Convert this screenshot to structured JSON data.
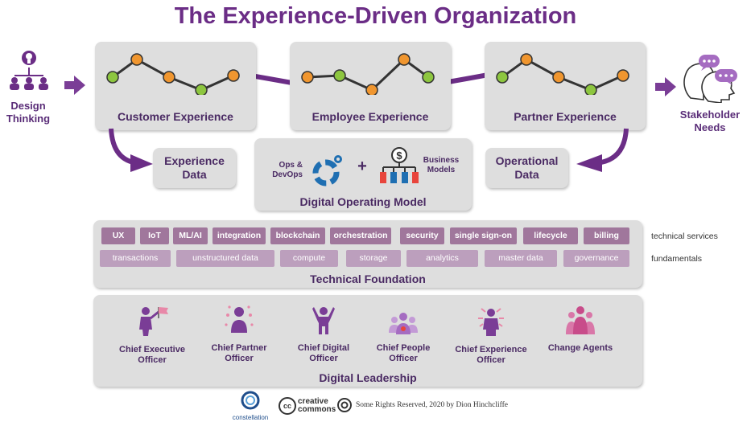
{
  "title": "The Experience-Driven Organization",
  "left": {
    "label_line1": "Design",
    "label_line2": "Thinking"
  },
  "right": {
    "label_line1": "Stakeholder",
    "label_line2": "Needs"
  },
  "experiences": [
    {
      "label": "Customer Experience"
    },
    {
      "label": "Employee Experience"
    },
    {
      "label": "Partner Experience"
    }
  ],
  "data_boxes": {
    "experience": {
      "line1": "Experience",
      "line2": "Data"
    },
    "operational": {
      "line1": "Operational",
      "line2": "Data"
    }
  },
  "operating_model": {
    "title": "Digital Operating Model",
    "ops_line1": "Ops &",
    "ops_line2": "DevOps",
    "plus": "+",
    "biz_line1": "Business",
    "biz_line2": "Models"
  },
  "technical_foundation": {
    "title": "Technical Foundation",
    "services_label": "technical services",
    "fundamentals_label": "fundamentals",
    "services": [
      "UX",
      "IoT",
      "ML/AI",
      "integration",
      "blockchain",
      "orchestration",
      "security",
      "single sign-on",
      "lifecycle",
      "billing"
    ],
    "fundamentals": [
      "transactions",
      "unstructured data",
      "compute",
      "storage",
      "analytics",
      "master data",
      "governance"
    ]
  },
  "leadership": {
    "title": "Digital Leadership",
    "roles": [
      {
        "line1": "Chief Executive",
        "line2": "Officer",
        "icon": "ceo-flag-icon"
      },
      {
        "line1": "Chief Partner",
        "line2": "Officer",
        "icon": "partner-icon"
      },
      {
        "line1": "Chief Digital",
        "line2": "Officer",
        "icon": "digital-officer-icon"
      },
      {
        "line1": "Chief People",
        "line2": "Officer",
        "icon": "people-group-icon"
      },
      {
        "line1": "Chief Experience",
        "line2": "Officer",
        "icon": "experience-officer-icon"
      },
      {
        "line1": "Change Agents",
        "line2": "",
        "icon": "change-agents-icon"
      }
    ]
  },
  "footer": {
    "logo_text": "constellation",
    "cc_line1": "creative",
    "cc_line2": "commons",
    "cc_mark": "cc",
    "rights": "Some Rights Reserved, 2020 by Dion Hinchcliffe"
  },
  "colors": {
    "purple": "#6b2d86",
    "orange": "#f0962f",
    "green": "#8dc63f",
    "panel": "#dedede"
  }
}
